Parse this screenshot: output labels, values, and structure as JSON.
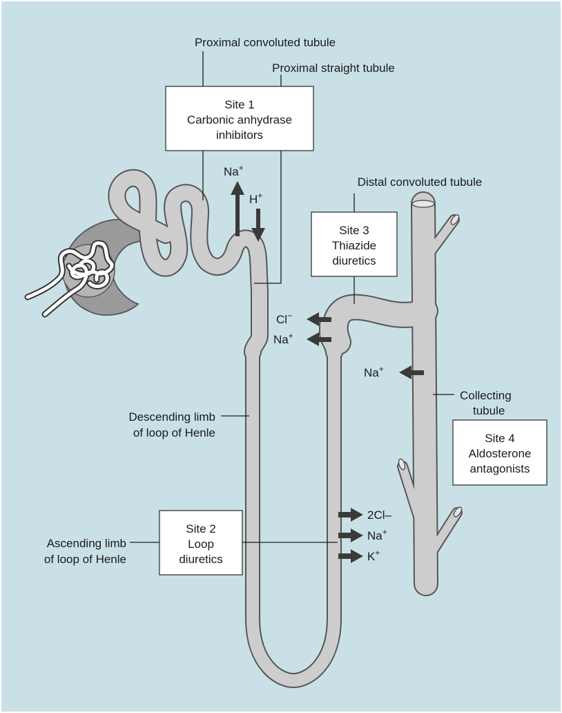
{
  "labels": {
    "proximal_convoluted": "Proximal convoluted tubule",
    "proximal_straight": "Proximal straight tubule",
    "distal_convoluted": "Distal convoluted tubule",
    "descending_line1": "Descending limb",
    "descending_line2": "of loop of Henle",
    "ascending_line1": "Ascending limb",
    "ascending_line2": "of loop of Henle",
    "collecting_line1": "Collecting",
    "collecting_line2": "tubule"
  },
  "sites": [
    {
      "lines": [
        "Site 1",
        "Carbonic anhydrase",
        "inhibitors"
      ]
    },
    {
      "lines": [
        "Site 2",
        "Loop",
        "diuretics"
      ]
    },
    {
      "lines": [
        "Site 3",
        "Thiazide",
        "diuretics"
      ]
    },
    {
      "lines": [
        "Site 4",
        "Aldosterone",
        "antagonists"
      ]
    }
  ],
  "ions": {
    "na_proximal": {
      "base": "Na",
      "sup": "+"
    },
    "h_proximal": {
      "base": "H",
      "sup": "+"
    },
    "cl_distal": {
      "base": "Cl",
      "sup": "−"
    },
    "na_distal": {
      "base": "Na",
      "sup": "+"
    },
    "na_collecting": {
      "base": "Na",
      "sup": "+"
    },
    "cl_loop": {
      "base": "2Cl–",
      "sup": ""
    },
    "na_loop": {
      "base": "Na",
      "sup": "+"
    },
    "k_loop": {
      "base": "K",
      "sup": "+"
    }
  },
  "colors": {
    "background": "#c9e1e6",
    "tubule_fill": "#cdcdcd",
    "tubule_outline": "#555555",
    "arrow": "#3a3a3a",
    "box_fill": "#ffffff"
  }
}
